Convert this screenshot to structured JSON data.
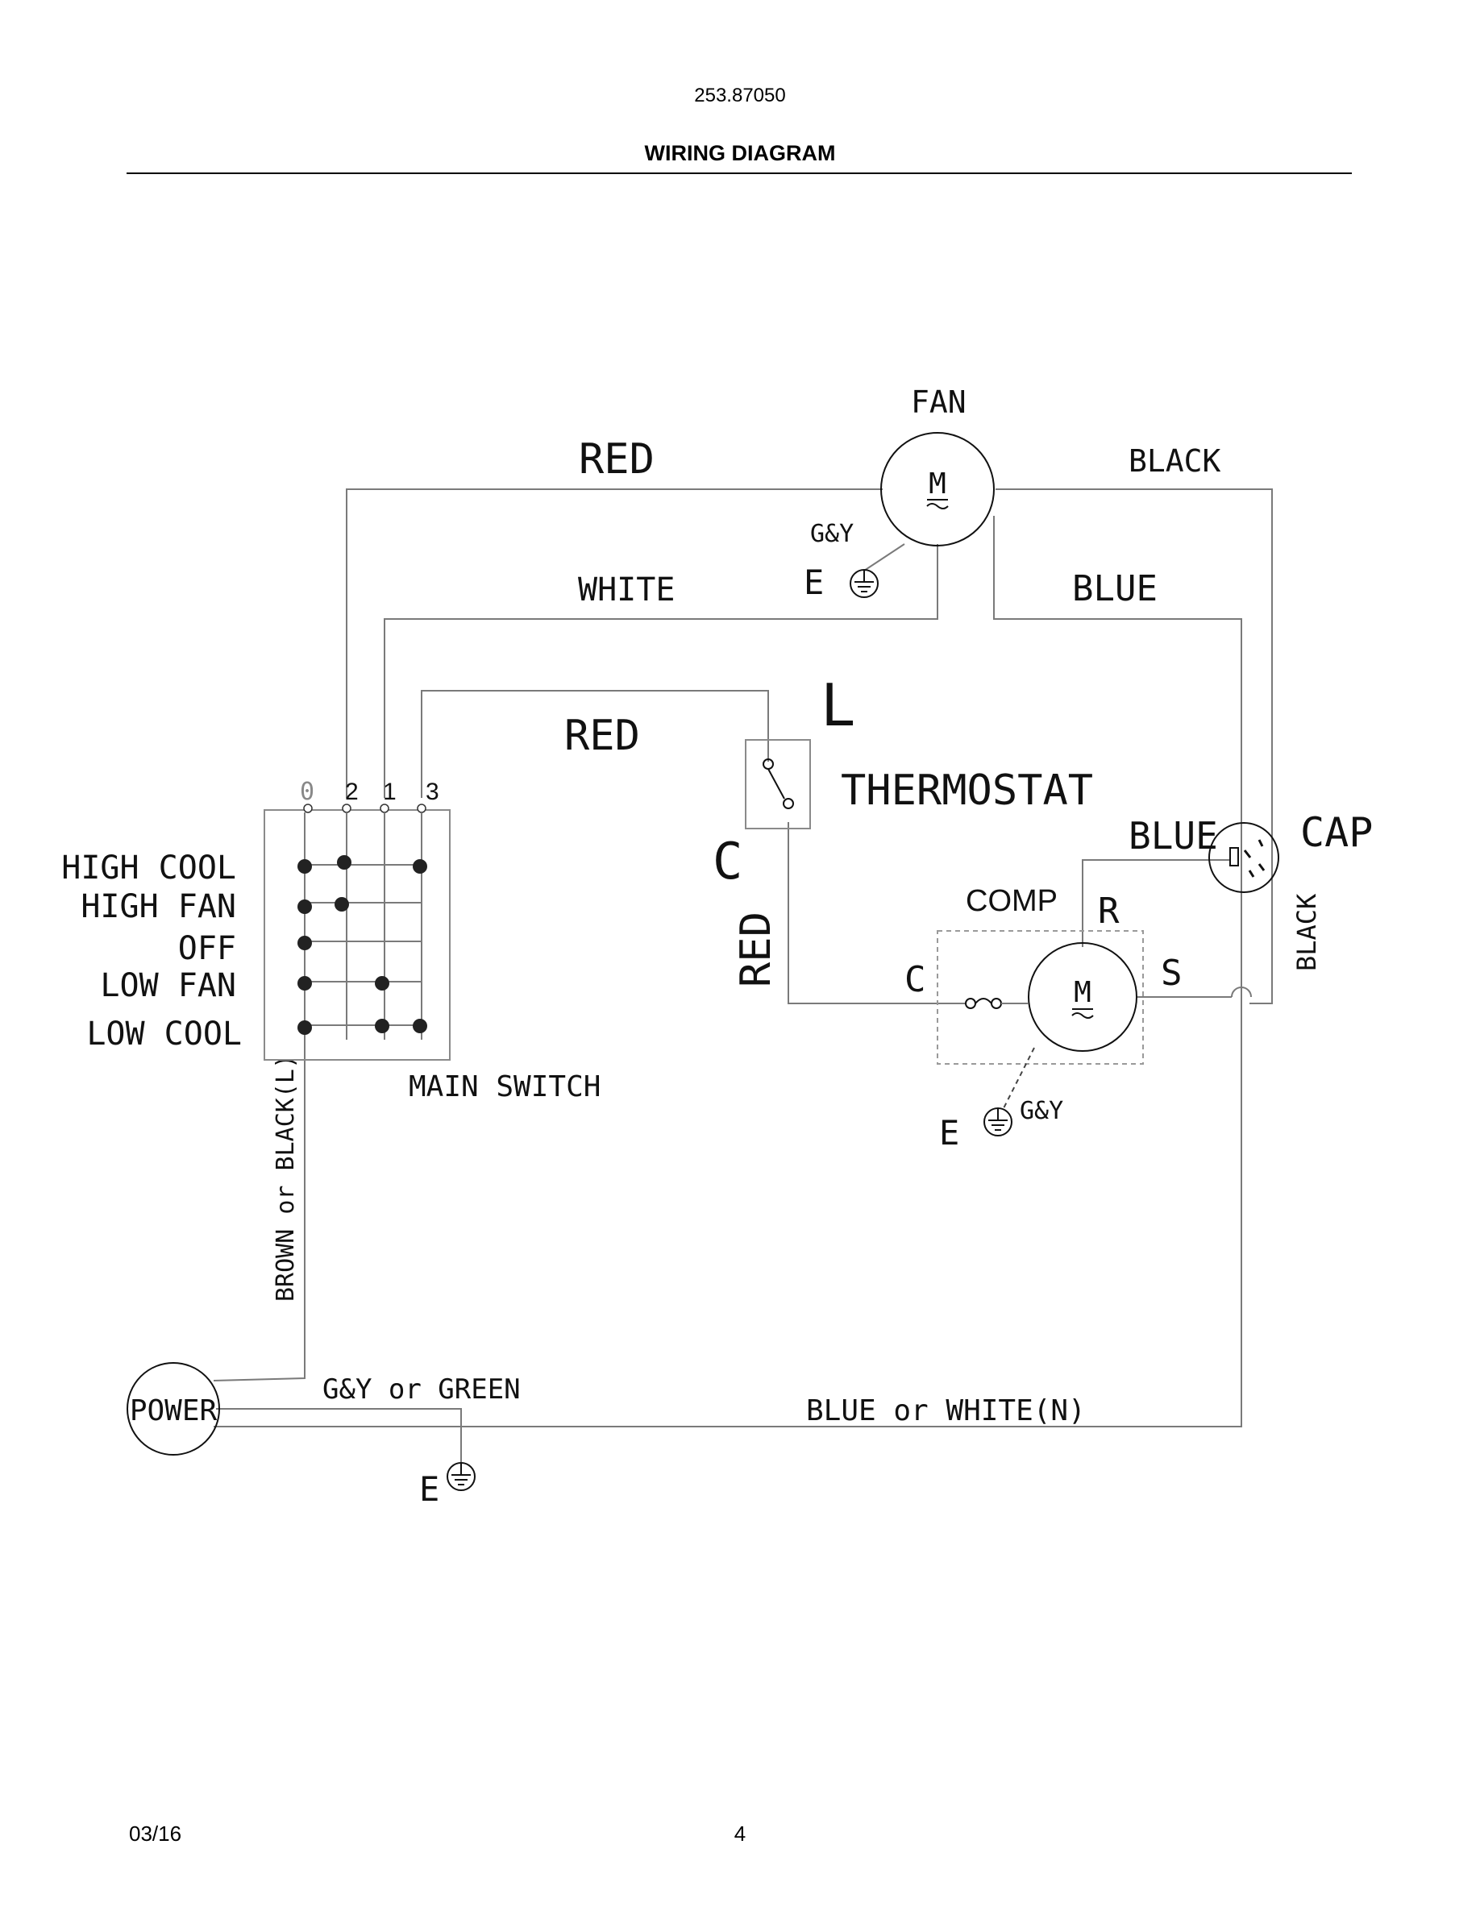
{
  "header": {
    "model": "253.87050",
    "title": "WIRING DIAGRAM"
  },
  "footer": {
    "date": "03/16",
    "page": "4"
  },
  "diagram": {
    "fan": {
      "label": "FAN",
      "motor": "M",
      "ground_wire": "G&Y",
      "ground": "E"
    },
    "wires": {
      "red_top": "RED",
      "black_top": "BLACK",
      "white": "WHITE",
      "blue_top": "BLUE",
      "red_mid": "RED",
      "red_vertical": "RED",
      "blue_cap": "BLUE",
      "black_right": "BLACK",
      "brown_black": "BROWN or BLACK(L)",
      "gy_green": "G&Y or GREEN",
      "blue_white": "BLUE or WHITE(N)"
    },
    "thermostat": {
      "label": "THERMOSTAT",
      "terminal_l": "L",
      "terminal_c": "C"
    },
    "capacitor": {
      "label": "CAP"
    },
    "compressor": {
      "label": "COMP",
      "terminal_r": "R",
      "terminal_c": "C",
      "terminal_s": "S",
      "motor": "M",
      "ground_wire": "G&Y",
      "ground": "E"
    },
    "main_switch": {
      "label": "MAIN SWITCH",
      "terminals": [
        "0",
        "2",
        "1",
        "3"
      ],
      "positions": [
        "HIGH COOL",
        "HIGH FAN",
        "OFF",
        "LOW FAN",
        "LOW COOL"
      ]
    },
    "power": {
      "label": "POWER",
      "ground": "E"
    }
  }
}
